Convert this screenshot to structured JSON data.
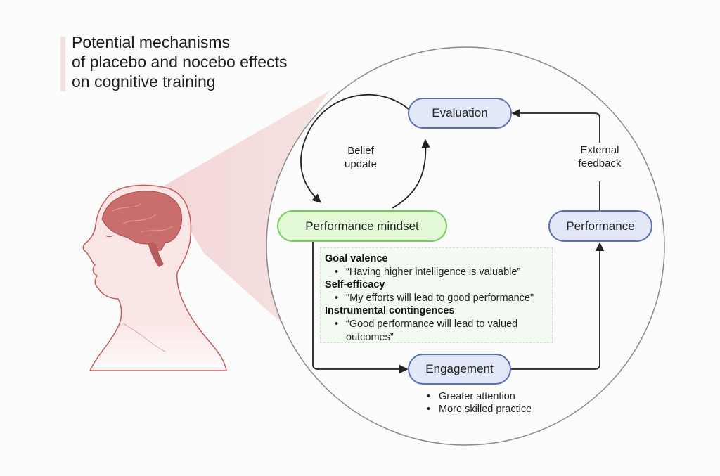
{
  "title": {
    "lines": [
      "Potential mechanisms",
      "of placebo and nocebo effects",
      "on cognitive training"
    ]
  },
  "illustration": {
    "head_icon": "human-head-with-brain-icon",
    "colors": {
      "brain": "#c96d6d",
      "skin": "#f7dede",
      "outline": "#c25a5a",
      "cone": "#f3d6d6"
    }
  },
  "diagram": {
    "nodes": {
      "evaluation": "Evaluation",
      "performance_mindset": "Performance mindset",
      "performance": "Performance",
      "engagement": "Engagement"
    },
    "edge_labels": {
      "belief_update": [
        "Belief",
        "update"
      ],
      "external_feedback": [
        "External",
        "feedback"
      ]
    },
    "mindset_components": [
      {
        "heading": "Goal valence",
        "bullets": [
          "“Having higher intelligence is valuable”"
        ]
      },
      {
        "heading": "Self-efficacy",
        "bullets": [
          "\"My efforts will lead to good performance\""
        ]
      },
      {
        "heading": "Instrumental contingences",
        "bullets": [
          "“Good performance will lead to valued",
          "outcomes”"
        ]
      }
    ],
    "engagement_outcomes": [
      "Greater attention",
      "More skilled practice"
    ],
    "colors": {
      "blue_fill": "#e3e8f8",
      "blue_stroke": "#5a6fb4",
      "green_fill": "#e4f9d6",
      "green_stroke": "#74cc5c",
      "arrow": "#222222",
      "circle": "#8a8a8a"
    }
  }
}
